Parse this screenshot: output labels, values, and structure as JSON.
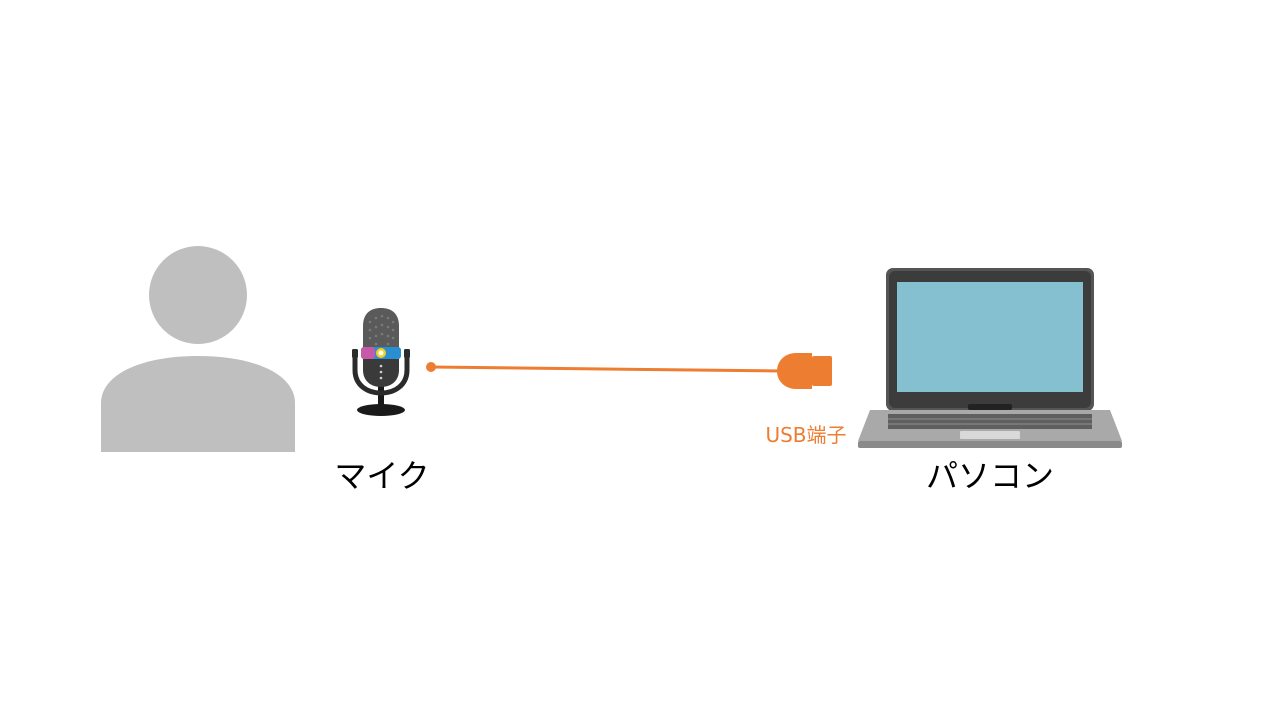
{
  "labels": {
    "microphone": "マイク",
    "computer": "パソコン",
    "usb_terminal": "USB端子"
  },
  "icons": {
    "person": "person-icon",
    "microphone": "microphone-icon",
    "usb_plug": "usb-plug-icon",
    "laptop": "laptop-icon"
  },
  "colors": {
    "cable": "#ed7d31",
    "person": "#bfbfbf",
    "laptop_screen": "#84c0cf",
    "usb_label": "#ed7d31"
  }
}
